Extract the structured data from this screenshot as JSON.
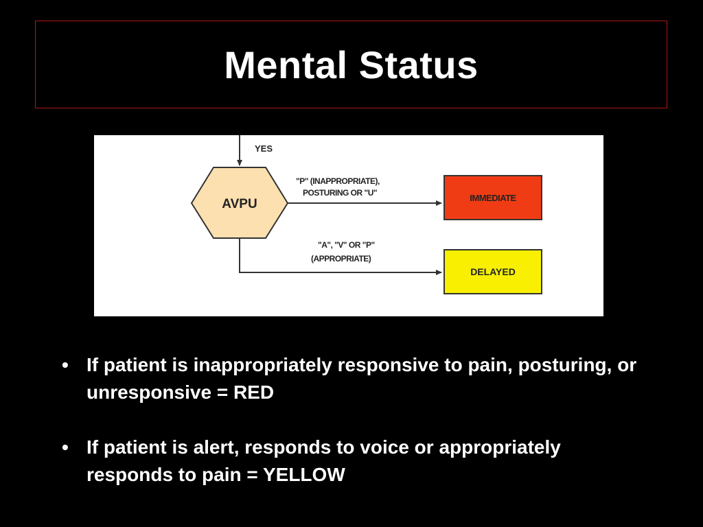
{
  "slide": {
    "title": "Mental Status",
    "bullets": [
      "If patient is inappropriately responsive to pain, posturing, or unresponsive = RED",
      "If patient is alert, responds to voice or appropriately responds to pain = YELLOW"
    ]
  },
  "diagram": {
    "entry_label": "YES",
    "decision_label": "AVPU",
    "upper_branch_line1": "\"P\" (INAPPROPRIATE),",
    "upper_branch_line2": "POSTURING OR \"U\"",
    "lower_branch_line1": "\"A\", \"V\" OR \"P\"",
    "lower_branch_line2": "(APPROPRIATE)",
    "immediate_label": "IMMEDIATE",
    "delayed_label": "DELAYED",
    "colors": {
      "decision_fill": "#fde0b0",
      "immediate_fill": "#f03c14",
      "delayed_fill": "#f8f000",
      "title_border": "#b01818"
    }
  }
}
